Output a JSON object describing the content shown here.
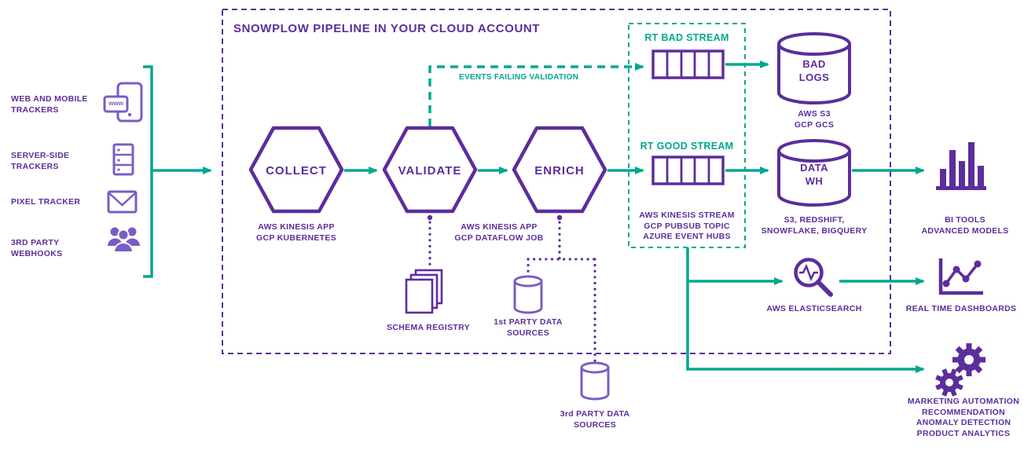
{
  "colors": {
    "purple": "#5c2d9c",
    "purple_light": "#7a5cc6",
    "teal": "#00a88f"
  },
  "sources": {
    "web_mobile": "WEB AND MOBILE\nTRACKERS",
    "server_side": "SERVER-SIDE\nTRACKERS",
    "pixel": "PIXEL TRACKER",
    "webhooks": "3RD PARTY\nWEBHOOKS",
    "www_badge": "www"
  },
  "pipeline": {
    "title": "SNOWPLOW PIPELINE IN YOUR CLOUD ACCOUNT",
    "collect": "COLLECT",
    "collect_tech": "AWS KINESIS APP\nGCP KUBERNETES",
    "validate": "VALIDATE",
    "validate_tech": "AWS KINESIS APP\nGCP DATAFLOW JOB",
    "enrich": "ENRICH",
    "failing": "EVENTS FAILING VALIDATION",
    "schema_registry": "SCHEMA REGISTRY",
    "first_party": "1st PARTY DATA\nSOURCES",
    "third_party": "3rd PARTY DATA\nSOURCES"
  },
  "streams": {
    "bad": "RT BAD STREAM",
    "good": "RT GOOD STREAM",
    "tech": "AWS KINESIS STREAM\nGCP PUBSUB TOPIC\nAZURE EVENT HUBS"
  },
  "storage": {
    "bad_logs": "BAD\nLOGS",
    "bad_logs_tech": "AWS S3\nGCP GCS",
    "data_wh": "DATA\nWH",
    "data_wh_tech": "S3, REDSHIFT,\nSNOWFLAKE, BIGQUERY"
  },
  "consumers": {
    "bi": "BI TOOLS\nADVANCED MODELS",
    "elasticsearch": "AWS ELASTICSEARCH",
    "dashboards": "REAL TIME DASHBOARDS",
    "apps": "MARKETING AUTOMATION\nRECOMMENDATION\nANOMALY DETECTION\nPRODUCT ANALYTICS"
  }
}
